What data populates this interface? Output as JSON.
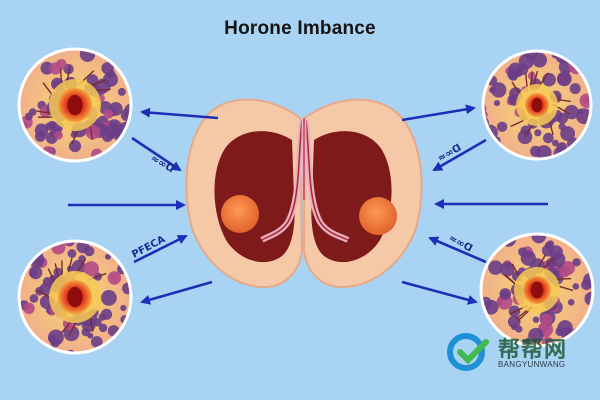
{
  "title": "Horone Imbance",
  "scribbles": {
    "upper_left": "≈∞Ɑ",
    "lower_left": "PFECA",
    "upper_right": "≈∞Ɑ",
    "lower_right": "≈∞Ɑ"
  },
  "watermark": {
    "chinese": "帮帮网",
    "english": "BANGYUNWANG"
  },
  "colors": {
    "background": "#a9d3f2",
    "arrow": "#1d2fb8",
    "cell_border": "#ffffff",
    "organ_skin": "#f5c9a8",
    "organ_cavity": "#7e1a1a",
    "nodule": "#f07a3a"
  }
}
